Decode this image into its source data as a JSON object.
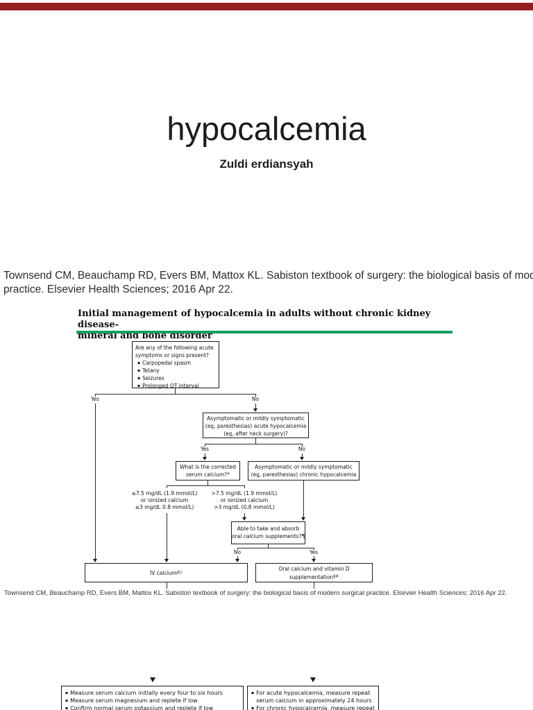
{
  "viewer": {
    "top_bar_color": "#96201f"
  },
  "slide": {
    "title": "hypocalcemia",
    "subtitle": "Zuldi erdiansyah"
  },
  "citation_heading": {
    "line1": "Townsend CM, Beauchamp RD, Evers BM, Mattox KL. Sabiston textbook of surgery: the biological basis of modern surgical",
    "line2": "practice. Elsevier Health Sciences; 2016 Apr 22."
  },
  "figure": {
    "heading_line1": "Initial management of hypocalcemia in adults without chronic kidney disease-",
    "heading_line2": "mineral and bone disorder",
    "accent_color": "#10a05e",
    "box_symptoms": {
      "question_line1": "Are any of the following acute",
      "question_line2": "symptoms or signs present?",
      "bullets": [
        "Carpopedal spasm",
        "Tetany",
        "Seizures",
        "Prolonged QT interval"
      ]
    },
    "branch1": {
      "yes": "Yes",
      "no": "No"
    },
    "box_acute": {
      "lines": [
        "Asymptomatic or mildly symptomatic",
        "(eg, paresthesias) acute hypocalcemia",
        "(eg, after neck surgery)?"
      ]
    },
    "branch2": {
      "yes": "Yes",
      "no": "No"
    },
    "box_corrected": {
      "lines": [
        "What is the corrected",
        "serum calcium?*"
      ]
    },
    "box_chronic": {
      "lines": [
        "Asymptomatic or mildly symptomatic",
        "(eg, paresthesias) chronic hypocalcemia"
      ]
    },
    "threshold_low": {
      "lines": [
        "≤7.5 mg/dL (1.9 mmol/L)",
        "or ionized calcium",
        "≤3 mg/dL 0.8 mmol/L)"
      ]
    },
    "threshold_high": {
      "lines": [
        ">7.5 mg/dL (1.9 mmol/L)",
        "or ionized calcium",
        ">3 mg/dL (0.8 mmol/L)"
      ]
    },
    "box_able": {
      "lines": [
        "Able to take and absorb",
        "oral calcium supplements?¶"
      ]
    },
    "branch3": {
      "no": "No",
      "yes": "Yes"
    },
    "box_iv": {
      "label": "IV calcium",
      "footnotes": "Δ◊"
    },
    "box_oral": {
      "line1": "Oral calcium and vitamin D",
      "line2": "supplementation",
      "footnotes": "§¥"
    },
    "box_monitor": {
      "bullets": [
        "Measure serum calcium initially every four to six hours",
        "Measure serum magnesium and replete if low",
        "Confirm normal serum potassium and replete if low"
      ]
    },
    "box_repeat": {
      "bullet1_line1": "For acute hypocalcemia, measure repeat",
      "bullet1_line2": "serum calcium in approximately 24 hours",
      "bullet2": "For chronic hypocalcemia, measure repeat"
    }
  },
  "footer_citation": "Townsend CM, Beauchamp RD, Evers BM, Mattox KL. Sabiston textbook of surgery: the biological basis of modern surgical practice. Elsevier Health Sciences; 2016 Apr 22."
}
